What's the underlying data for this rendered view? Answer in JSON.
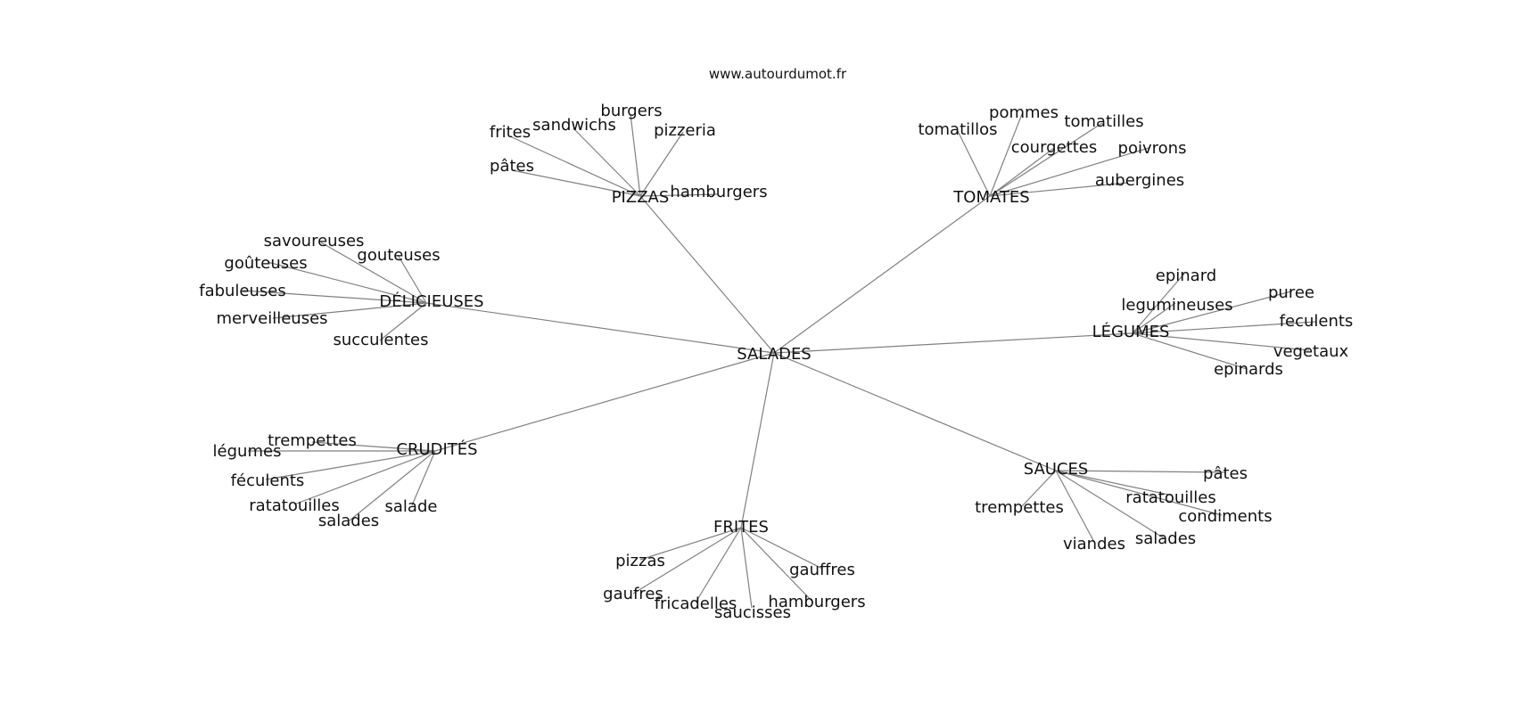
{
  "source": "www.autourdumot.fr",
  "center": "SALADES",
  "clusters": [
    {
      "label": "PIZZAS",
      "leaves": [
        "pâtes",
        "frites",
        "sandwichs",
        "burgers",
        "pizzeria",
        "hamburgers"
      ]
    },
    {
      "label": "TOMATES",
      "leaves": [
        "tomatillos",
        "pommes",
        "tomatilles",
        "courgettes",
        "poivrons",
        "aubergines"
      ]
    },
    {
      "label": "DÉLICIEUSES",
      "leaves": [
        "savoureuses",
        "gouteuses",
        "goûteuses",
        "fabuleuses",
        "merveilleuses",
        "succulentes"
      ]
    },
    {
      "label": "LÉGUMES",
      "leaves": [
        "epinard",
        "legumineuses",
        "puree",
        "feculents",
        "vegetaux",
        "epinards"
      ]
    },
    {
      "label": "CRUDITÉS",
      "leaves": [
        "trempettes",
        "légumes",
        "féculents",
        "ratatouilles",
        "salades",
        "salade"
      ]
    },
    {
      "label": "SAUCES",
      "leaves": [
        "pâtes",
        "trempettes",
        "ratatouilles",
        "condiments",
        "viandes",
        "salades"
      ]
    },
    {
      "label": "FRITES",
      "leaves": [
        "pizzas",
        "gaufres",
        "fricadelles",
        "saucisses",
        "hamburgers",
        "gauffres"
      ]
    }
  ]
}
